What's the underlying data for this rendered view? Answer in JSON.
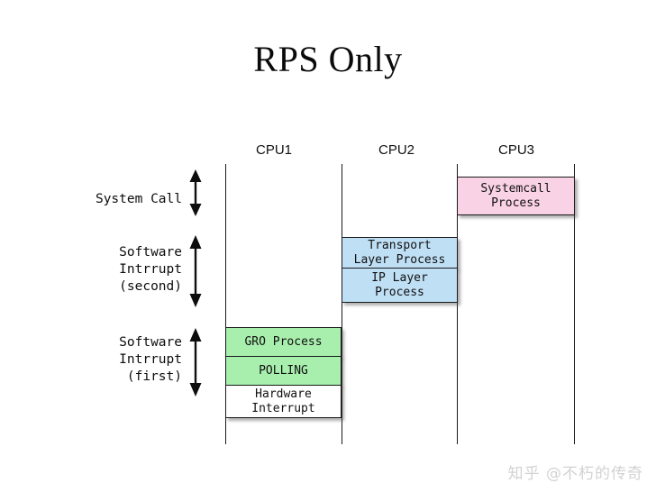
{
  "title": "RPS Only",
  "colors": {
    "pink": "#FAD2E6",
    "blue": "#BFDFF5",
    "green": "#A8EFAE",
    "white": "#FFFFFF",
    "line": "#1A1A1A",
    "text": "#101010",
    "watermark": "#D2D2D2"
  },
  "columns": [
    {
      "id": "cpu1",
      "label": "CPU1"
    },
    {
      "id": "cpu2",
      "label": "CPU2"
    },
    {
      "id": "cpu3",
      "label": "CPU3"
    }
  ],
  "stages": [
    {
      "id": "system-call",
      "label": "System Call"
    },
    {
      "id": "softirq-second",
      "label": "Software\nIntrrupt\n(second)"
    },
    {
      "id": "softirq-first",
      "label": "Software\nIntrrupt\n (first)"
    }
  ],
  "boxes": [
    {
      "id": "systemcall-process",
      "column": "cpu3",
      "label": "Systemcall\nProcess",
      "color": "#FAD2E6"
    },
    {
      "id": "transport-layer-process",
      "column": "cpu2",
      "label": "Transport\nLayer Process",
      "color": "#BFDFF5"
    },
    {
      "id": "ip-layer-process",
      "column": "cpu2",
      "label": "IP Layer\nProcess",
      "color": "#BFDFF5"
    },
    {
      "id": "gro-process",
      "column": "cpu1",
      "label": "GRO Process",
      "color": "#A8EFAE"
    },
    {
      "id": "polling",
      "column": "cpu1",
      "label": "POLLING",
      "color": "#A8EFAE"
    },
    {
      "id": "hardware-interrupt",
      "column": "cpu1",
      "label": "Hardware\nInterrupt",
      "color": "#FFFFFF"
    }
  ],
  "watermark": "知乎 @不朽的传奇"
}
